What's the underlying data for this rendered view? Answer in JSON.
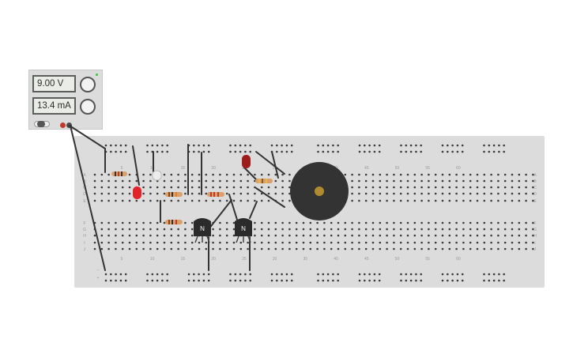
{
  "power_supply": {
    "voltage_display": "9.00 V",
    "current_display": "13.4 mA",
    "voltage_knob_icon": "voltage-knob-icon",
    "current_knob_icon": "current-knob-icon",
    "terminal_colors": {
      "negative": "#4a4a4a",
      "positive": "#c0392b"
    },
    "status_led_color": "#3cc33c"
  },
  "breadboard": {
    "column_numbers": [
      "5",
      "10",
      "15",
      "20",
      "25",
      "30",
      "35",
      "40",
      "45",
      "50",
      "55",
      "60"
    ],
    "row_letters_top": [
      "A",
      "B",
      "C",
      "D",
      "E"
    ],
    "row_letters_bottom": [
      "F",
      "G",
      "H",
      "I",
      "J"
    ],
    "rail_symbols": {
      "minus": "−",
      "plus": "+"
    },
    "hole_color": "#3a3a3a"
  },
  "components": {
    "transistor_label_1": "N",
    "transistor_label_2": "N",
    "led_colors": [
      "#e0242a",
      "#9e1c1c",
      "#d9d9d9"
    ],
    "buzzer_color": "#333333",
    "buzzer_center_color": "#b08a2e",
    "wire_color": "#333333"
  }
}
